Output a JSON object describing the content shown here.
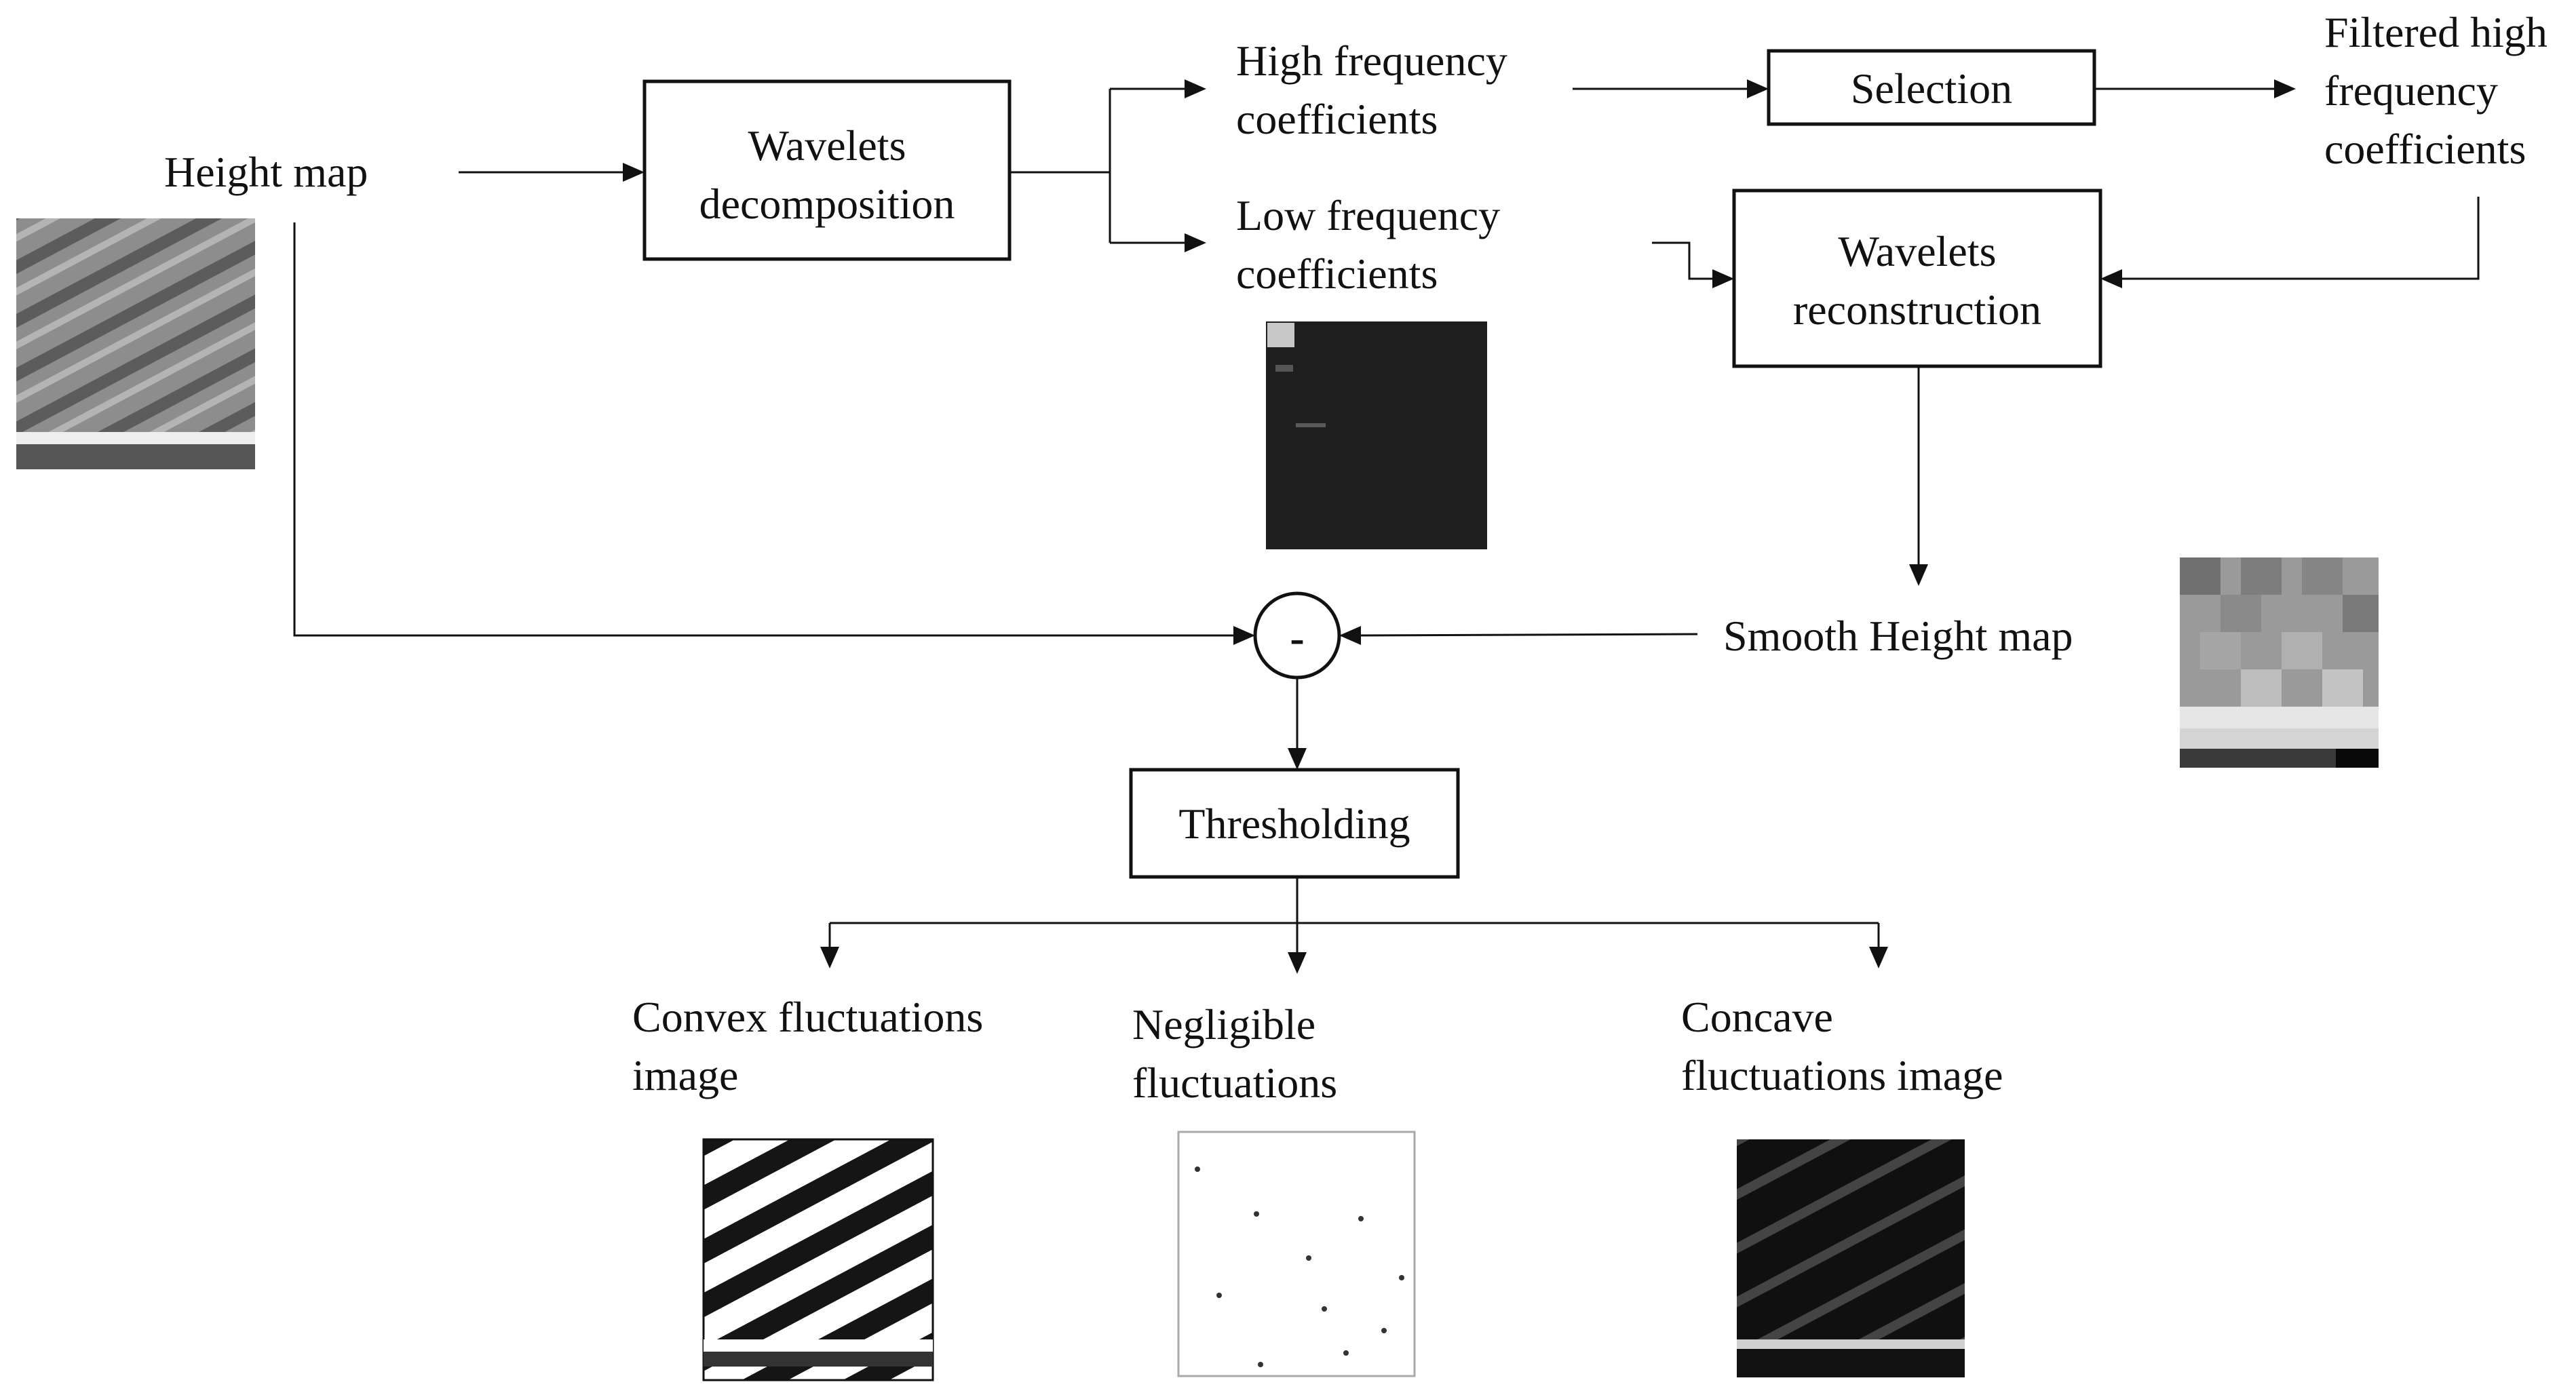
{
  "nodes": {
    "height_map": "Height map",
    "wavelets_decomposition": [
      "Wavelets",
      "decomposition"
    ],
    "high_frequency_coefficients": [
      "High frequency",
      "coefficients"
    ],
    "low_frequency_coefficients": [
      "Low frequency",
      "coefficients"
    ],
    "selection": "Selection",
    "filtered_high_frequency_coefficients": [
      "Filtered high",
      "frequency",
      "coefficients"
    ],
    "wavelets_reconstruction": [
      "Wavelets",
      "reconstruction"
    ],
    "smooth_height_map": "Smooth Height map",
    "subtract_operator": "-",
    "thresholding": "Thresholding",
    "convex_fluctuations_image": [
      "Convex fluctuations",
      "image"
    ],
    "negligible_fluctuations": [
      "Negligible",
      "fluctuations"
    ],
    "concave_fluctuations_image": [
      "Concave",
      "fluctuations image"
    ]
  },
  "images": {
    "height_map_thumbnail": "grayscale height map with diagonal ripples",
    "low_frequency_thumbnail": "dark coefficient map with bright top-left corner",
    "smooth_height_map_thumbnail": "blocky grayscale map",
    "convex_thumbnail": "black and white stripes",
    "negligible_thumbnail": "white image with sparse dots",
    "concave_thumbnail": "dark image with faint ripples"
  },
  "colors": {
    "ink": "#111111",
    "background": "#ffffff"
  }
}
